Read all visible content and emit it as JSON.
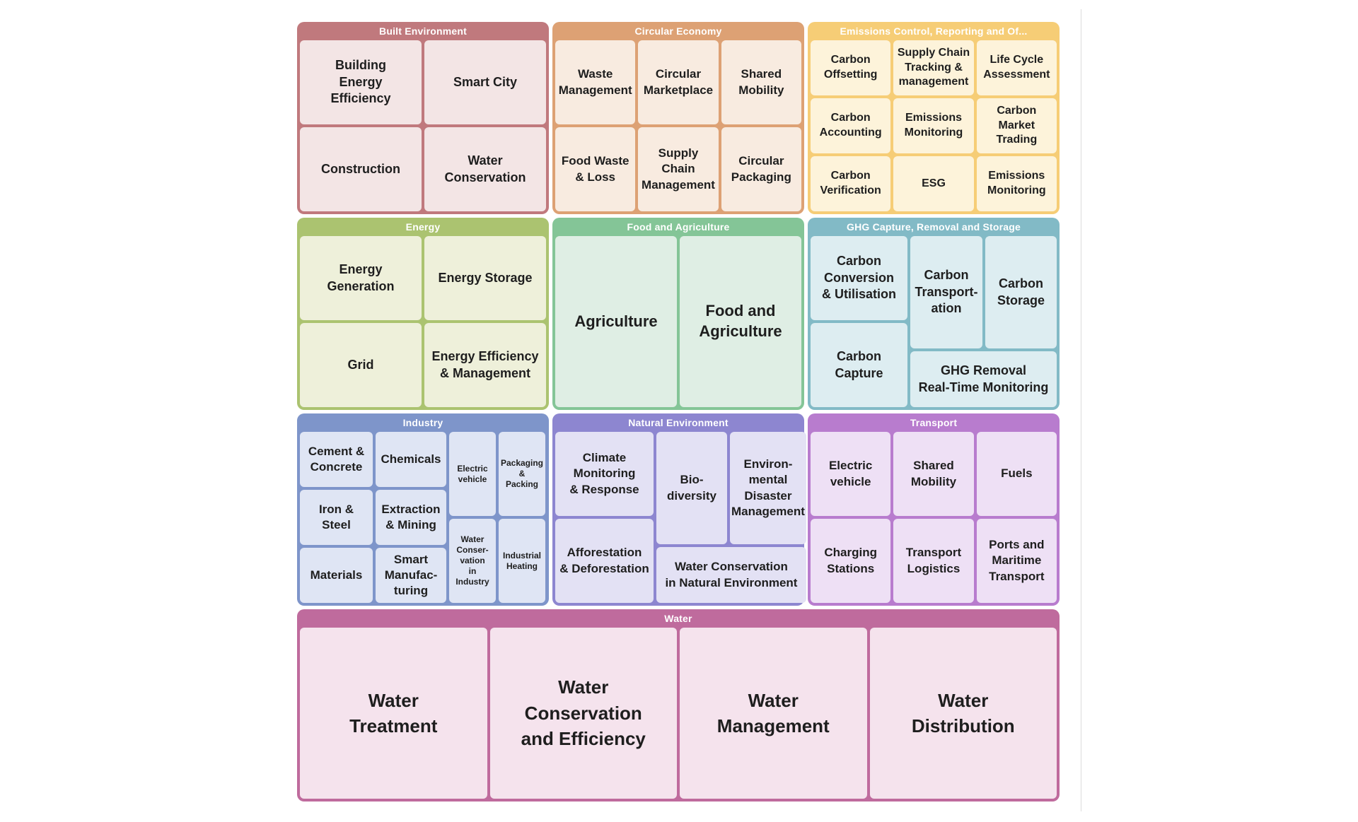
{
  "page": {
    "background": "#ffffff",
    "divider_color": "#dcdcdc",
    "cell_text_color": "#1e1e1e",
    "header_text_color": "#ffffff"
  },
  "panels": {
    "built_environment": {
      "title": "Built Environment",
      "colors": {
        "header": "#c0797d",
        "body": "#f3e5e5"
      },
      "cells": [
        "Building\nEnergy\nEfficiency",
        "Smart City",
        "Construction",
        "Water\nConservation"
      ]
    },
    "circular_economy": {
      "title": "Circular Economy",
      "colors": {
        "header": "#dda174",
        "body": "#f8ebe0"
      },
      "cells": [
        "Waste\nManagement",
        "Circular\nMarketplace",
        "Shared\nMobility",
        "Food Waste\n& Loss",
        "Supply\nChain\nManagement",
        "Circular\nPackaging"
      ]
    },
    "emissions_control": {
      "title": "Emissions Control, Reporting and Of...",
      "colors": {
        "header": "#f6cd76",
        "body": "#fdf3da"
      },
      "cells": [
        "Carbon\nOffsetting",
        "Supply Chain\nTracking &\nmanagement",
        "Life Cycle\nAssessment",
        "Carbon\nAccounting",
        "Emissions\nMonitoring",
        "Carbon\nMarket\nTrading",
        "Carbon\nVerification",
        "ESG",
        "Emissions\nMonitoring"
      ]
    },
    "energy": {
      "title": "Energy",
      "colors": {
        "header": "#abc370",
        "body": "#eef0da"
      },
      "cells": [
        "Energy\nGeneration",
        "Energy Storage",
        "Grid",
        "Energy Efficiency\n& Management"
      ]
    },
    "food_agriculture": {
      "title": "Food and Agriculture",
      "colors": {
        "header": "#84c597",
        "body": "#dfeee4"
      },
      "cells": [
        "Agriculture",
        "Food and\nAgriculture"
      ]
    },
    "ghg_capture": {
      "title": "GHG Capture, Removal and Storage",
      "colors": {
        "header": "#82bac6",
        "body": "#ddedf1"
      },
      "cells": [
        "Carbon\nConversion\n& Utilisation",
        "Carbon\nCapture",
        "Carbon\nTransport-\nation",
        "Carbon\nStorage",
        "GHG Removal\nReal-Time Monitoring"
      ]
    },
    "industry": {
      "title": "Industry",
      "colors": {
        "header": "#7e95ca",
        "body": "#dfe5f4"
      },
      "cells": [
        "Cement &\nConcrete",
        "Iron &\nSteel",
        "Materials",
        "Chemicals",
        "Extraction\n& Mining",
        "Smart\nManufac-\nturing",
        "Electric\nvehicle",
        "Water\nConser-\nvation\nin\nIndustry",
        "Packaging\n&\nPacking",
        "Industrial\nHeating"
      ]
    },
    "natural_environment": {
      "title": "Natural Environment",
      "colors": {
        "header": "#8d86d0",
        "body": "#e3e1f4"
      },
      "cells": [
        "Climate\nMonitoring\n& Response",
        "Afforestation\n& Deforestation",
        "Bio-\ndiversity",
        "Environ-\nmental\nDisaster\nManagement",
        "Water Conservation\nin Natural Environment"
      ]
    },
    "transport": {
      "title": "Transport",
      "colors": {
        "header": "#b87cce",
        "body": "#eee0f5"
      },
      "cells": [
        "Electric\nvehicle",
        "Shared\nMobility",
        "Fuels",
        "Charging\nStations",
        "Transport\nLogistics",
        "Ports and\nMaritime\nTransport"
      ]
    },
    "water": {
      "title": "Water",
      "colors": {
        "header": "#bf6b9d",
        "body": "#f5e3ed"
      },
      "cells": [
        "Water\nTreatment",
        "Water\nConservation\nand Efficiency",
        "Water\nManagement",
        "Water\nDistribution"
      ]
    }
  }
}
